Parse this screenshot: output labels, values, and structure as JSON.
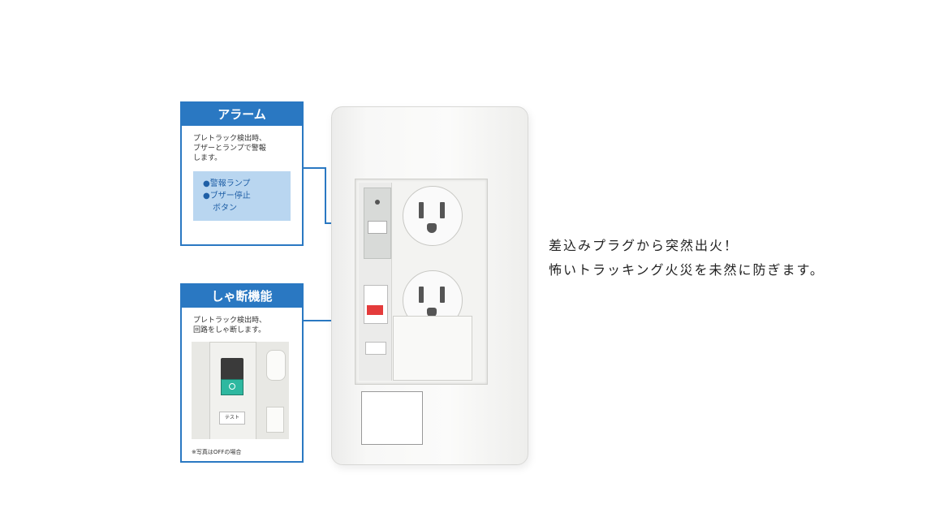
{
  "alarm": {
    "title": "アラーム",
    "desc_line1": "プレトラック検出時、",
    "desc_line2": "ブザーとランプで警報",
    "desc_line3": "します。",
    "bullet1": "●警報ランプ",
    "bullet2": "●ブザー停止",
    "bullet2_cont": "ボタン"
  },
  "shutoff": {
    "title": "しゃ断機能",
    "desc_line1": "プレトラック検出時、",
    "desc_line2": "回路をしゃ断します。",
    "photo_button": "テスト",
    "note": "※写真はOFFの場合"
  },
  "slogan": {
    "line1": "差込みプラグから突然出火！",
    "line2": "怖いトラッキング火災を未然に防ぎます。"
  },
  "colors": {
    "accent": "#2a78c2",
    "bullet_bg": "#b9d6f0",
    "reset_red": "#e43b3b",
    "switch_green": "#2eb8a0"
  }
}
